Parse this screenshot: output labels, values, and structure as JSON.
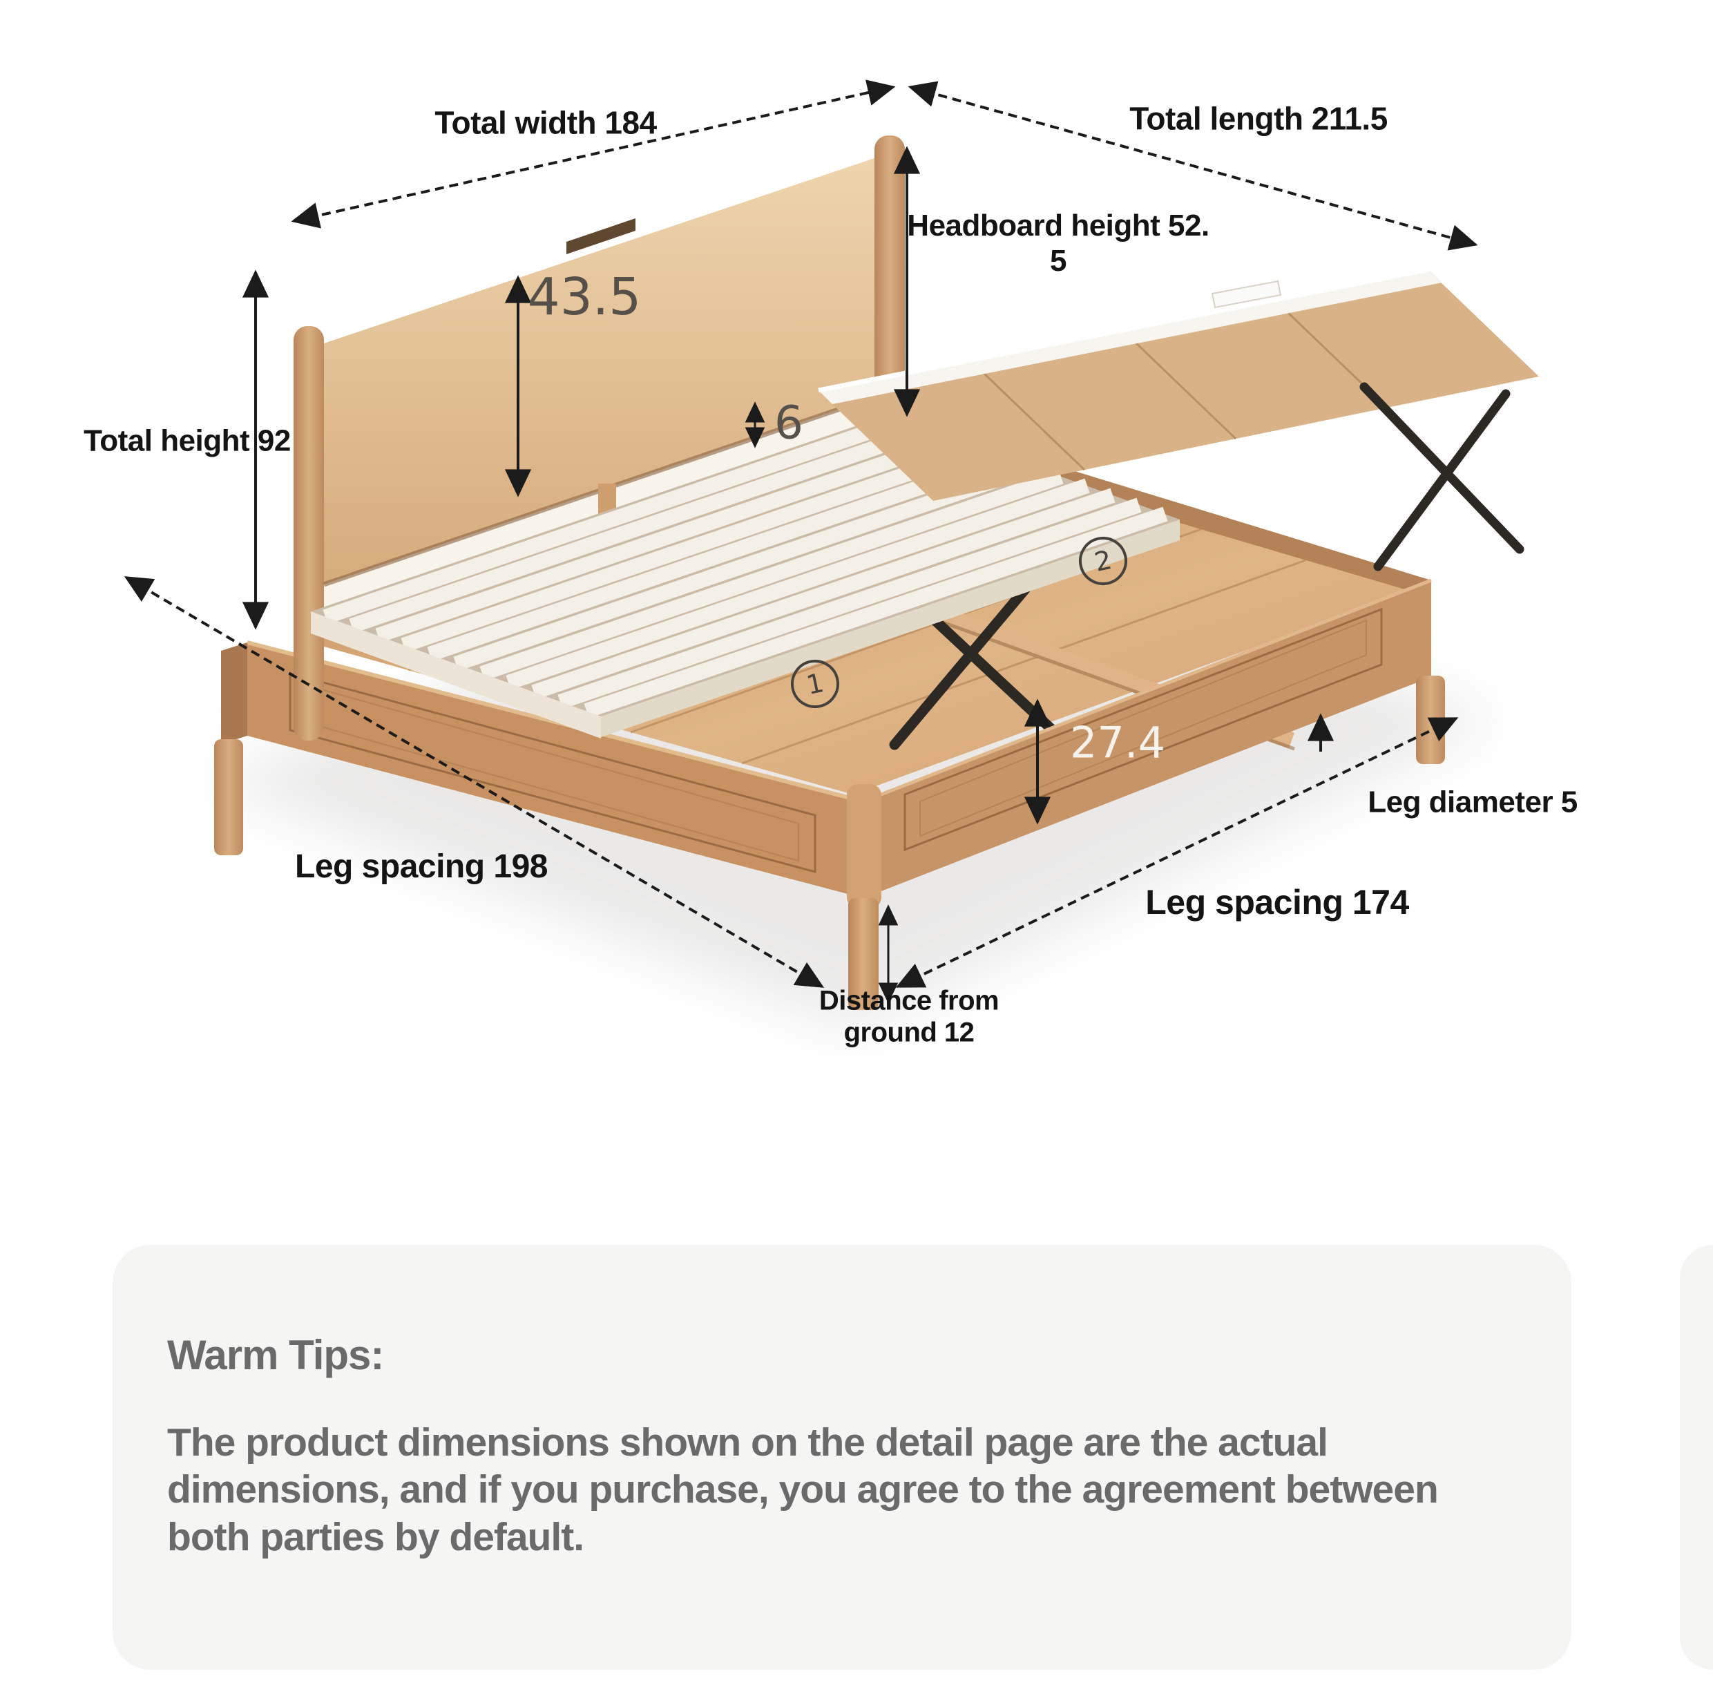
{
  "colors": {
    "page_bg": "#ffffff",
    "card_bg": "#f5f5f4",
    "annotation_black": "#141414",
    "photo_number_gray": "#55504a",
    "photo_number_white": "#f6f3ec",
    "tips_text_gray": "#6a6a6a",
    "arrow": "#1b1b1b",
    "wood_main": "#cf9a6a",
    "slat_white": "#f4f0e7"
  },
  "diagram": {
    "total_width": "Total width 184",
    "total_length": "Total length 211.5",
    "headboard_height_l1": "Headboard height 52.",
    "headboard_height_l2": "5",
    "headboard_inner_height": "43.5",
    "slat_thickness": "6",
    "total_height": "Total height 92",
    "storage_depth": "27.4",
    "leg_spacing_front": "Leg spacing 198",
    "leg_spacing_side": "Leg spacing 174",
    "leg_diameter": "Leg diameter 5",
    "ground_clearance_l1": "Distance from",
    "ground_clearance_l2": "ground 12",
    "compartment_1": "1",
    "compartment_2": "2"
  },
  "tips": {
    "title": "Warm Tips:",
    "body": "The product dimensions shown on the detail page are the actual dimensions, and if you purchase, you agree to the agreement between both parties by default."
  }
}
